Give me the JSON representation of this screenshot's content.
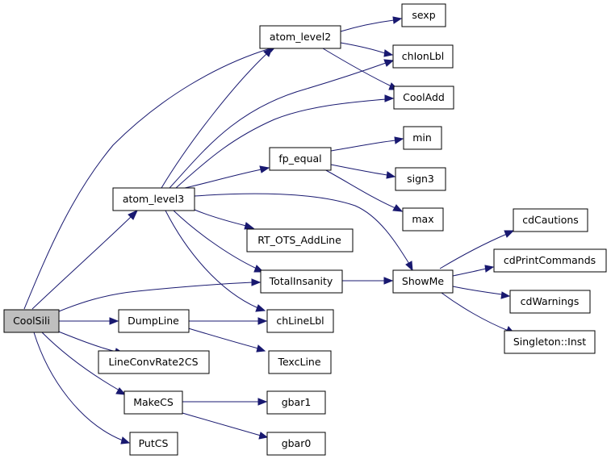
{
  "graph": {
    "edge_color": "#191970",
    "root_fill": "#bfbfbf",
    "nodes": {
      "coolsili": "CoolSili",
      "atom_level3": "atom_level3",
      "atom_level2": "atom_level2",
      "dumpline": "DumpLine",
      "lineconvrate2cs": "LineConvRate2CS",
      "makecs": "MakeCS",
      "putcs": "PutCS",
      "sexp": "sexp",
      "chionlbl": "chIonLbl",
      "cooladd": "CoolAdd",
      "fp_equal": "fp_equal",
      "min": "min",
      "sign3": "sign3",
      "max": "max",
      "rt_ots_addline": "RT_OTS_AddLine",
      "totalinsanity": "TotalInsanity",
      "chlinelbl": "chLineLbl",
      "texcline": "TexcLine",
      "showme": "ShowMe",
      "cdcautions": "cdCautions",
      "cdprintcommands": "cdPrintCommands",
      "cdwarnings": "cdWarnings",
      "singleton_inst": "Singleton::Inst",
      "gbar1": "gbar1",
      "gbar0": "gbar0"
    }
  }
}
